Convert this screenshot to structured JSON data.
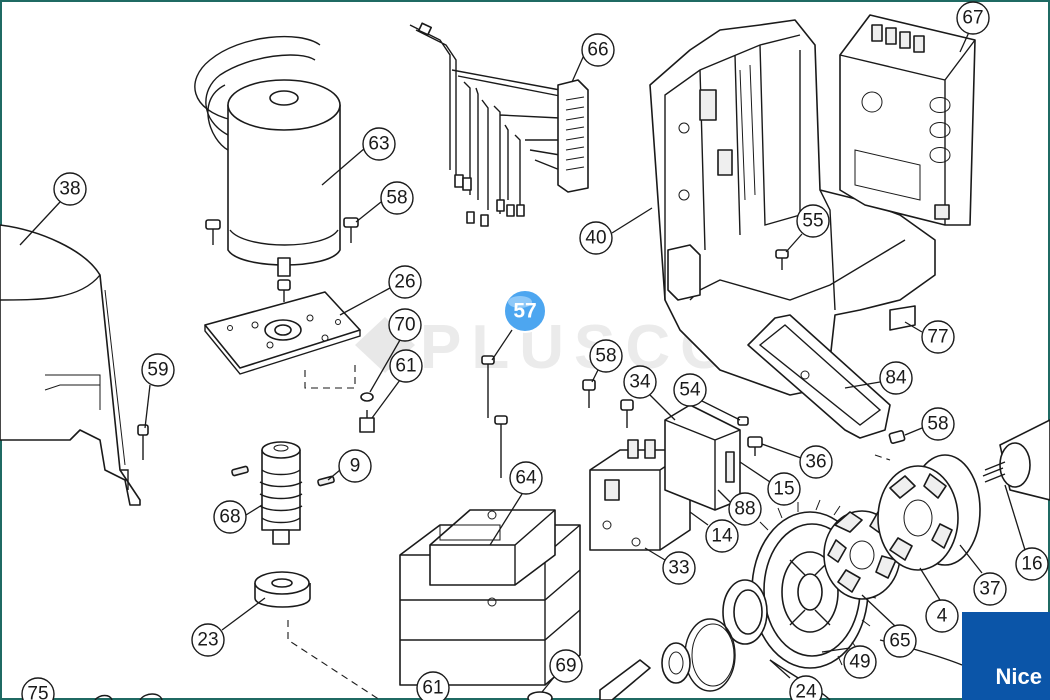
{
  "diagram": {
    "watermark": "PLUSCOM",
    "brand": "Nice",
    "highlighted_part": "57",
    "colors": {
      "highlight_fill": "#4da6f0",
      "brand_bg": "#0b55a8",
      "frame_border": "#1f6a63"
    },
    "callouts": [
      "67",
      "66",
      "63",
      "58",
      "38",
      "26",
      "40",
      "55",
      "70",
      "61",
      "59",
      "57",
      "58",
      "34",
      "54",
      "77",
      "84",
      "9",
      "58",
      "36",
      "15",
      "68",
      "64",
      "88",
      "14",
      "33",
      "16",
      "37",
      "23",
      "65",
      "4",
      "49",
      "69",
      "61",
      "24",
      "75"
    ]
  }
}
